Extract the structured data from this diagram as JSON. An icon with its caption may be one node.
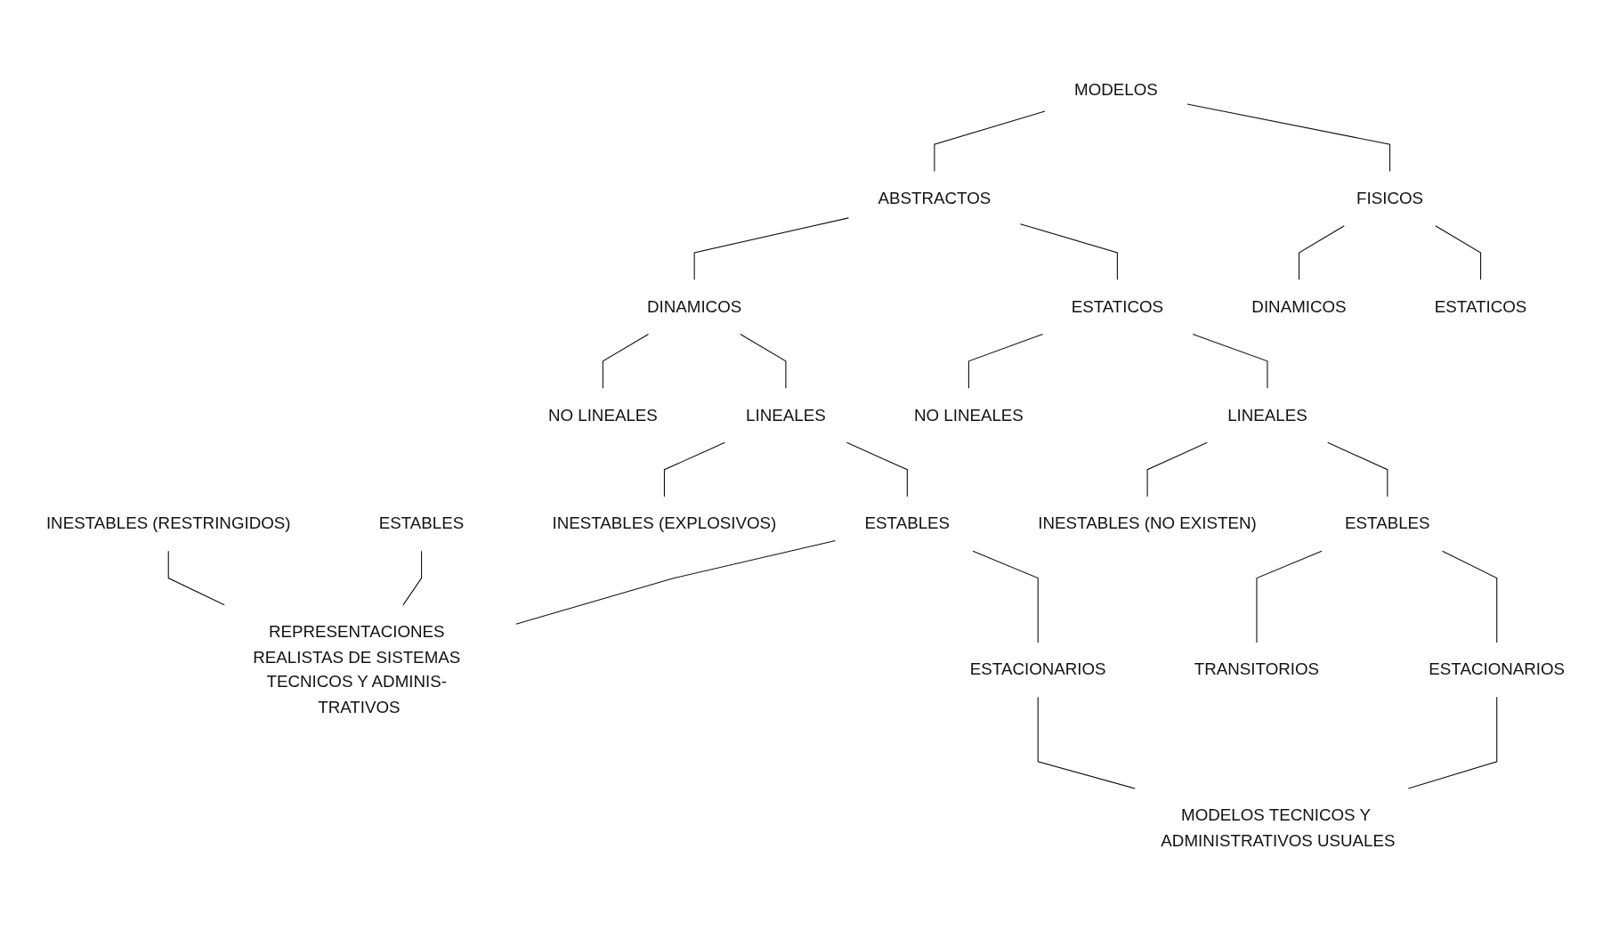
{
  "diagram": {
    "nodes": [
      {
        "text": [
          "MODELOS"
        ]
      },
      {
        "text": [
          "ABSTRACTOS"
        ]
      },
      {
        "text": [
          "FISICOS"
        ]
      },
      {
        "text": [
          "DINAMICOS"
        ]
      },
      {
        "text": [
          "DINAMICOS"
        ]
      },
      {
        "text": [
          "ESTATICOS"
        ]
      },
      {
        "text": [
          "ESTATICOS"
        ]
      },
      {
        "text": [
          "NO LINEALES"
        ]
      },
      {
        "text": [
          "LINEALES"
        ]
      },
      {
        "text": [
          "NO LINEALES"
        ]
      },
      {
        "text": [
          "LINEALES"
        ]
      },
      {
        "text": [
          "INESTABLES (RESTRINGIDOS)"
        ]
      },
      {
        "text": [
          "ESTABLES"
        ]
      },
      {
        "text": [
          "INESTABLES (EXPLOSIVOS)"
        ]
      },
      {
        "text": [
          "ESTABLES"
        ]
      },
      {
        "text": [
          "INESTABLES (NO EXISTEN)"
        ]
      },
      {
        "text": [
          "ESTABLES"
        ]
      },
      {
        "text": [
          "REPRESENTACIONES REALISTAS DE SISTEMAS TECNICOS Y ADMINIS- TRATIVOS"
        ]
      },
      {
        "text": [
          "ESTACIONARIOS"
        ]
      },
      {
        "text": [
          "TRANSITORIOS"
        ]
      },
      {
        "text": [
          "ESTACIONARIOS"
        ]
      },
      {
        "text": [
          "MODELOS TECNICOS Y ADMINISTRATIVOS USUALES"
        ]
      }
    ],
    "edges": [
      {
        "from": 0,
        "to": 1,
        "arrow": "none"
      },
      {
        "from": 0,
        "to": 2,
        "arrow": "none"
      },
      {
        "from": 2,
        "to": 3,
        "arrow": "none"
      },
      {
        "from": 1,
        "to": 4,
        "arrow": "none"
      },
      {
        "from": 1,
        "to": 5,
        "arrow": "none"
      },
      {
        "from": 2,
        "to": 6,
        "arrow": "none"
      },
      {
        "from": 4,
        "to": 7,
        "arrow": "none"
      },
      {
        "from": 4,
        "to": 8,
        "arrow": "none"
      },
      {
        "from": 5,
        "to": 9,
        "arrow": "none"
      },
      {
        "from": 5,
        "to": 10,
        "arrow": "none"
      },
      {
        "from": 8,
        "to": 13,
        "arrow": "none"
      },
      {
        "from": 8,
        "to": 14,
        "arrow": "none"
      },
      {
        "from": 10,
        "to": 15,
        "arrow": "none"
      },
      {
        "from": 10,
        "to": 16,
        "arrow": "none"
      },
      {
        "from": 11,
        "to": 17,
        "arrow": "none"
      },
      {
        "from": 12,
        "to": 17,
        "arrow": "none"
      },
      {
        "from": 14,
        "to": 17,
        "arrow": "none"
      },
      {
        "from": 14,
        "to": 18,
        "arrow": "none"
      },
      {
        "from": 16,
        "to": 19,
        "arrow": "none"
      },
      {
        "from": 16,
        "to": 20,
        "arrow": "none"
      },
      {
        "from": 18,
        "to": 21,
        "arrow": "none"
      },
      {
        "from": 20,
        "to": 21,
        "arrow": "none"
      }
    ]
  }
}
